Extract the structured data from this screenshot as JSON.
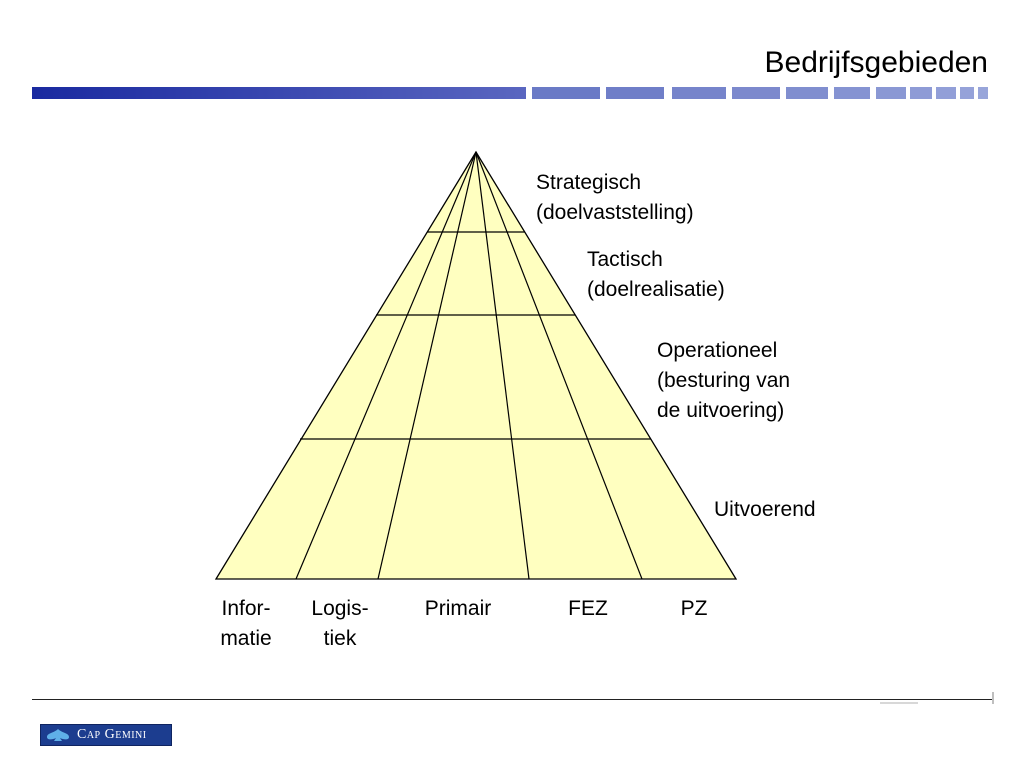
{
  "slide": {
    "title": "Bedrijfsgebieden"
  },
  "levels": [
    {
      "name": "Strategisch",
      "note": "(doelvaststelling)"
    },
    {
      "name": "Tactisch",
      "note": "(doelrealisatie)"
    },
    {
      "name": "Operationeel",
      "note": "(besturing van",
      "note2": "de uitvoering)"
    },
    {
      "name": "Uitvoerend"
    }
  ],
  "columns": [
    {
      "line1": "Infor-",
      "line2": "matie"
    },
    {
      "line1": "Logis-",
      "line2": "tiek"
    },
    {
      "line1": "Primair"
    },
    {
      "line1": "FEZ"
    },
    {
      "line1": "PZ"
    }
  ],
  "colors": {
    "pyramid_fill": "#ffffc0",
    "title_bar": "#2f3fa8",
    "logo_bg": "#1c3d8f"
  },
  "footer": {
    "logo_text": "Cap Gemini",
    "logo_icon": "spade-icon"
  }
}
